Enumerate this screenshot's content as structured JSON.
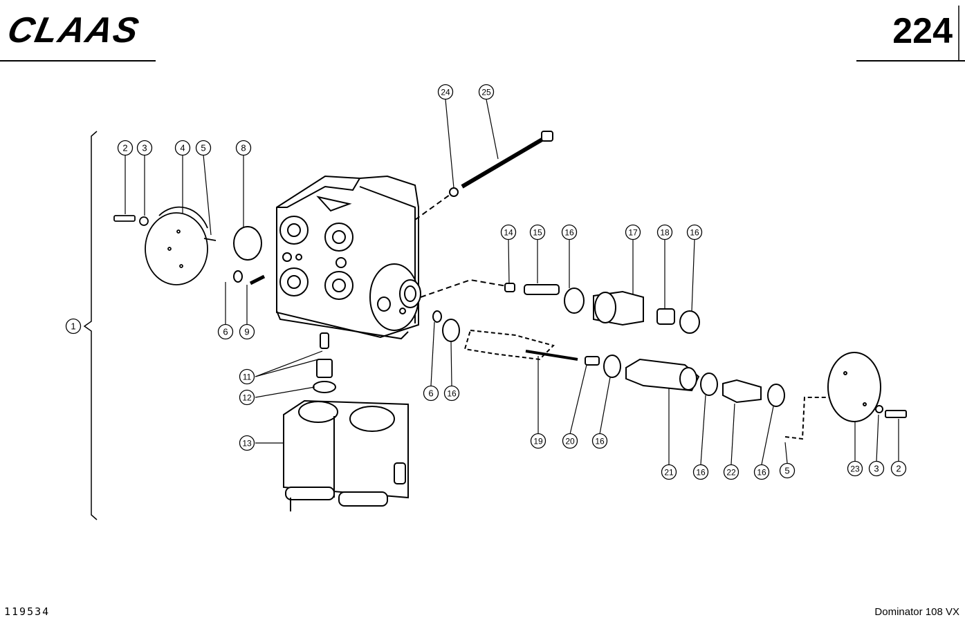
{
  "header": {
    "logo_text": "CLAAS",
    "page_number": "224"
  },
  "footer": {
    "drawing_number": "119534",
    "model": "Dominator 108 VX"
  },
  "callouts": [
    "1",
    "2",
    "3",
    "4",
    "5",
    "6",
    "8",
    "9",
    "11",
    "12",
    "13",
    "2",
    "3",
    "5",
    "24",
    "25",
    "14",
    "15",
    "16",
    "17",
    "18",
    "16",
    "6",
    "16",
    "19",
    "20",
    "16",
    "21",
    "16",
    "22",
    "16",
    "23"
  ]
}
